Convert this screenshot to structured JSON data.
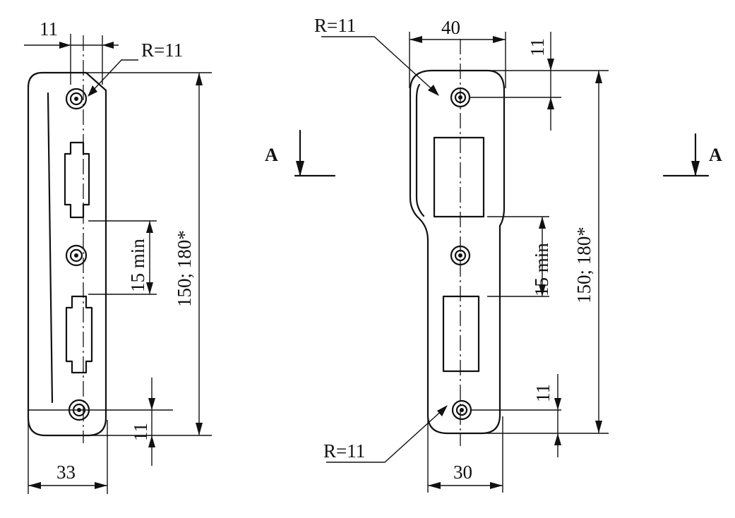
{
  "left_view": {
    "dim_offset": "11",
    "radius": "R=11",
    "spacing": "15 min",
    "length": "150; 180*",
    "bottom_offset": "11",
    "width": "33"
  },
  "right_view": {
    "radius_top": "R=11",
    "width_top": "40",
    "top_offset": "11",
    "spacing": "15 min",
    "length": "150; 180*",
    "bottom_offset": "11",
    "radius_bottom": "R=11",
    "width_bottom": "30"
  },
  "section": {
    "left_marker": "A",
    "right_marker": "A"
  }
}
